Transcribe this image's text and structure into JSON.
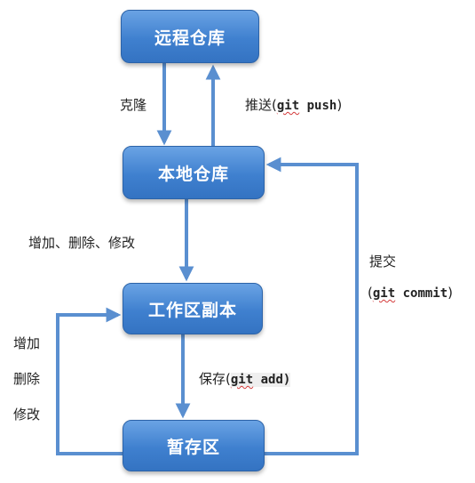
{
  "nodes": {
    "remote": "远程仓库",
    "local": "本地仓库",
    "workcopy": "工作区副本",
    "stage": "暂存区"
  },
  "labels": {
    "clone": "克隆",
    "push_prefix": "推送(",
    "push_cmd_git": "git",
    "push_cmd_rest": " push",
    "push_suffix": ")",
    "add_del_mod": "增加、删除、修改",
    "submit": "提交",
    "commit_open": "(",
    "commit_git": "git",
    "commit_rest": " commit",
    "commit_close": ")",
    "save_prefix": "保存(",
    "save_git": "git",
    "save_rest": " add",
    "save_suffix": ")",
    "left_add": "增加",
    "left_delete": "删除",
    "left_modify": "修改"
  },
  "colors": {
    "node_fill": "#3f80cf",
    "arrow": "#5a8fd0",
    "text": "#222222"
  }
}
